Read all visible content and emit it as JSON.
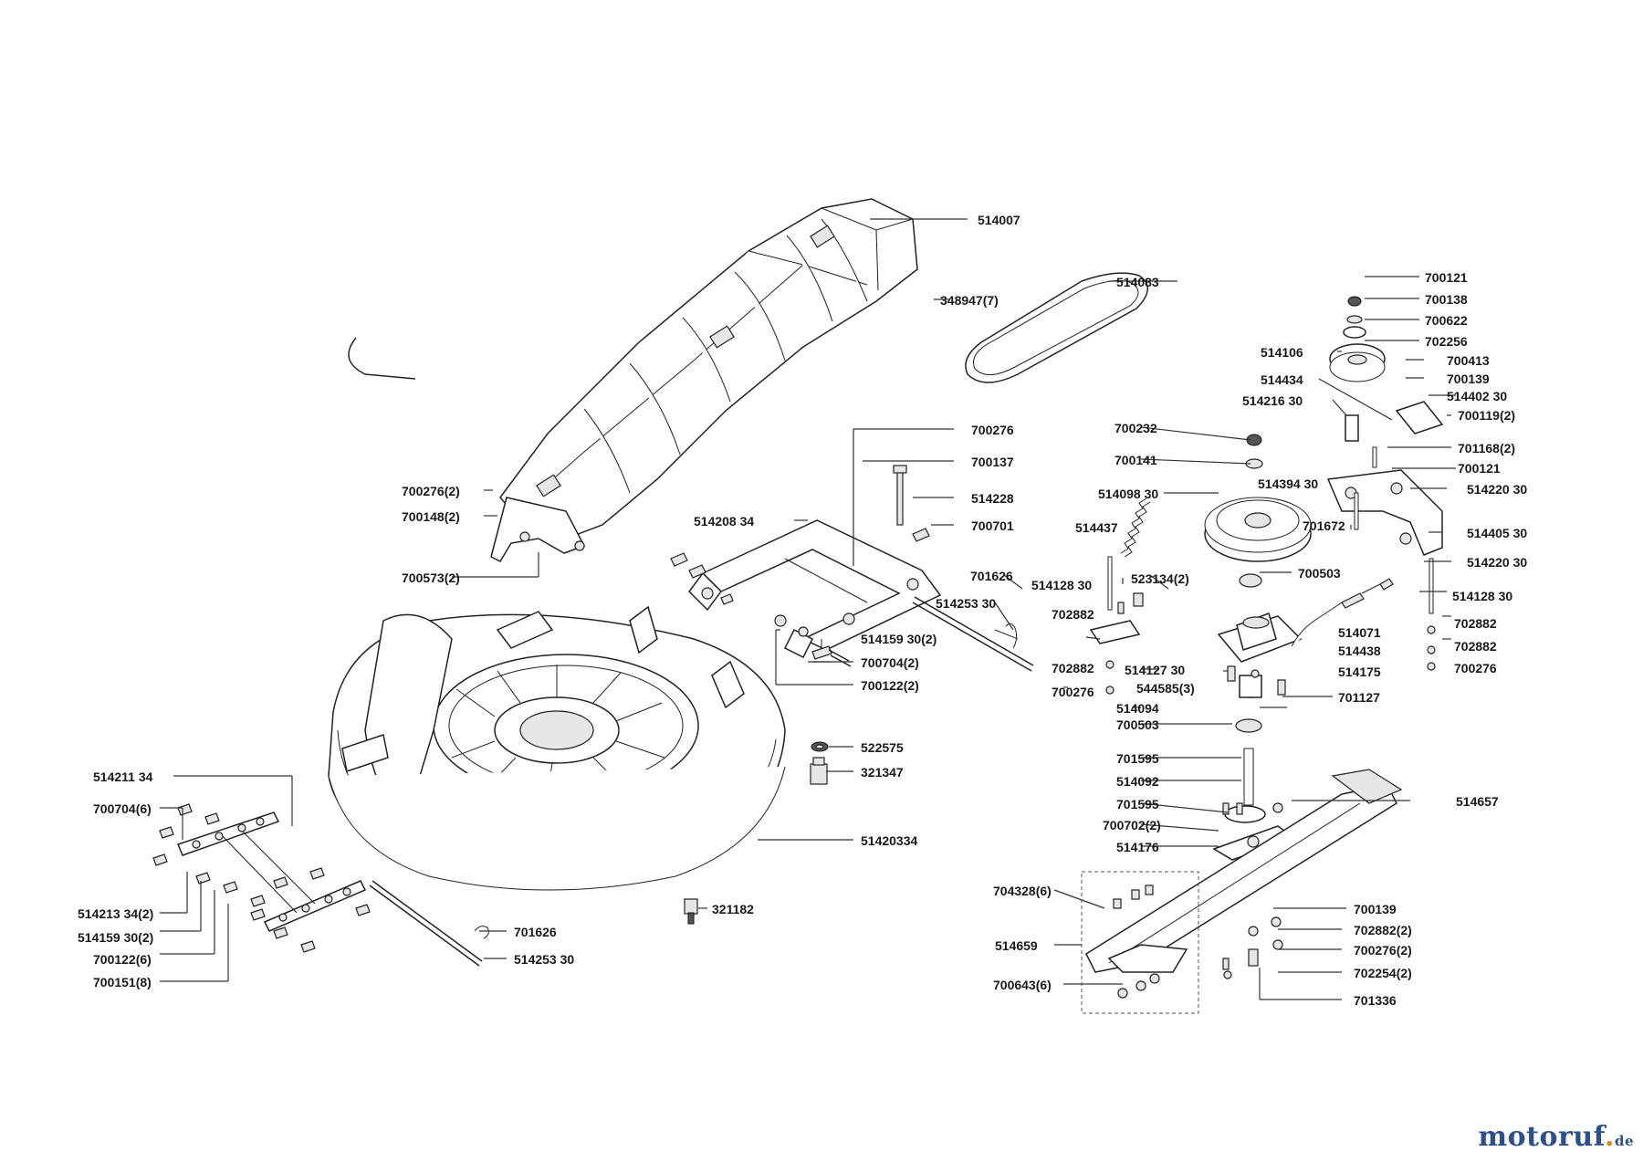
{
  "labels": {
    "l514007": "514007",
    "l348947": "348947(7)",
    "l514083": "514083",
    "l700121a": "700121",
    "l700138": "700138",
    "l700622": "700622",
    "l702256": "702256",
    "l514106": "514106",
    "l700413": "700413",
    "l514434": "514434",
    "l700139a": "700139",
    "l514216": "514216 30",
    "l514402": "514402 30",
    "l700119": "700119(2)",
    "l700232": "700232",
    "l701168": "701168(2)",
    "l700141": "700141",
    "l700121b": "700121",
    "l514394": "514394 30",
    "l514220a": "514220 30",
    "l514098": "514098 30",
    "l701672": "701672",
    "l514405": "514405 30",
    "l514437": "514437",
    "l514220b": "514220 30",
    "l700276top": "700276",
    "l700137": "700137",
    "l514228": "514228",
    "l514208": "514208 34",
    "l700701": "700701",
    "l700276_2a": "700276(2)",
    "l700148": "700148(2)",
    "l700573": "700573(2)",
    "l701626a": "701626",
    "l514253a": "514253 30",
    "l514128a": "514128 30",
    "l523134": "523134(2)",
    "l700503a": "700503",
    "l702882a": "702882",
    "l514128b": "514128 30",
    "l514071": "514071",
    "l514438": "514438",
    "l702882b": "702882",
    "l514159a": "514159 30(2)",
    "l700704a": "700704(2)",
    "l700122a": "700122(2)",
    "l514127": "514127 30",
    "l702882c": "702882",
    "l514175": "514175",
    "l702882d": "702882",
    "l544585": "544585(3)",
    "l700276c": "700276",
    "l700276d": "700276",
    "l514094": "514094",
    "l701127": "701127",
    "l700503b": "700503",
    "l522575": "522575",
    "l321347": "321347",
    "l514211": "514211 34",
    "l701595a": "701595",
    "l514092": "514092",
    "l700704b": "700704(6)",
    "l701595b": "701595",
    "l514657": "514657",
    "l700702": "700702(2)",
    "l51420334": "51420334",
    "l514176": "514176",
    "l704328": "704328(6)",
    "l514213": "514213 34(2)",
    "l321182": "321182",
    "l700139b": "700139",
    "l514159b": "514159 30(2)",
    "l702882e": "702882(2)",
    "l700122b": "700122(6)",
    "l701626b": "701626",
    "l514659": "514659",
    "l700276e": "700276(2)",
    "l700151": "700151(8)",
    "l514253b": "514253 30",
    "l702254": "702254(2)",
    "l700643": "700643(6)",
    "l701336": "701336"
  },
  "watermark": {
    "brand_main": "motoruf",
    "brand_dot": ".",
    "brand_tld": "de"
  }
}
